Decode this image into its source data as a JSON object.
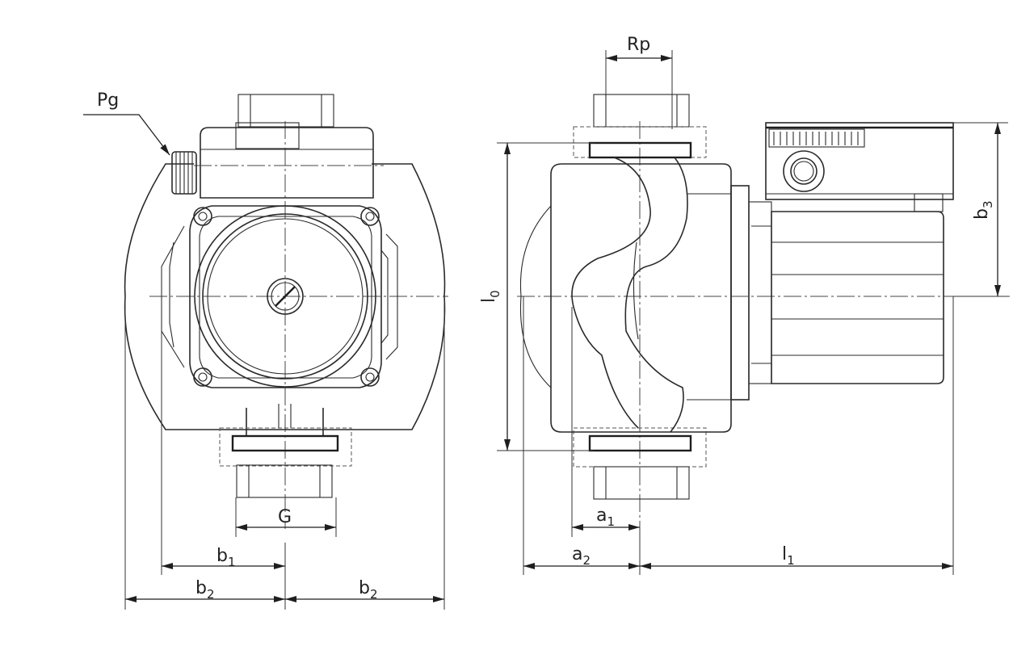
{
  "labels": {
    "pg": "Pg",
    "g": "G",
    "rp": "Rp",
    "b1_main": "b",
    "b1_sub": "1",
    "b2_left_main": "b",
    "b2_left_sub": "2",
    "b2_right_main": "b",
    "b2_right_sub": "2",
    "l0_main": "l",
    "l0_sub": "0",
    "a1_main": "a",
    "a1_sub": "1",
    "a2_main": "a",
    "a2_sub": "2",
    "l1_main": "l",
    "l1_sub": "1",
    "b3_main": "b",
    "b3_sub": "3"
  }
}
